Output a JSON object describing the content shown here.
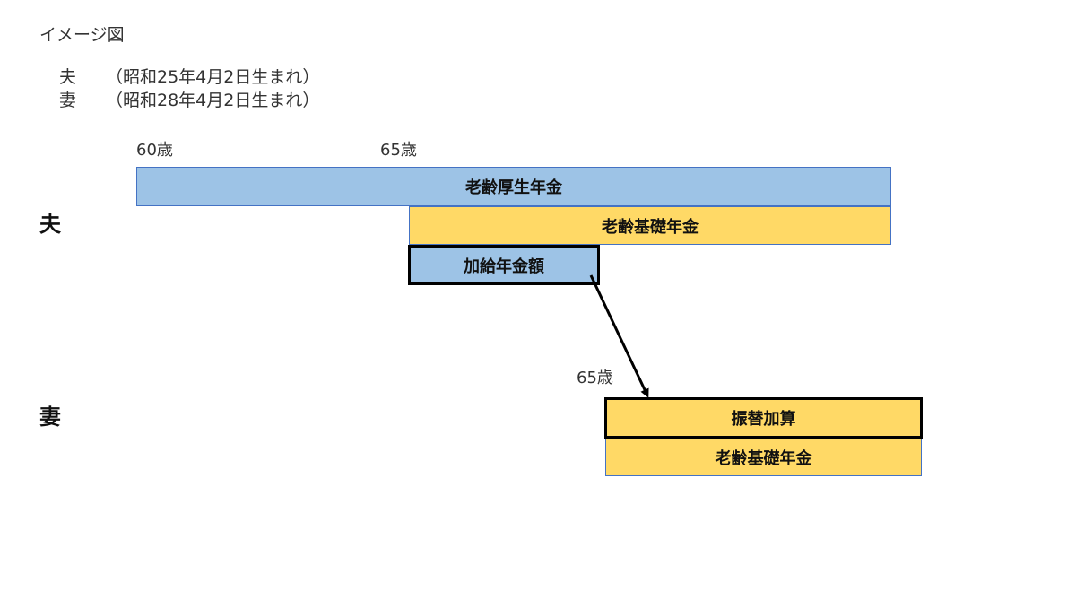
{
  "title": "イメージ図",
  "persons": {
    "husband": {
      "label": "夫",
      "birth": "（昭和25年4月2日生まれ）"
    },
    "wife": {
      "label": "妻",
      "birth": "（昭和28年4月2日生まれ）"
    }
  },
  "ages": {
    "husband_start": "60歳",
    "husband_65": "65歳",
    "wife_65": "65歳"
  },
  "row_labels": {
    "husband": "夫",
    "wife": "妻"
  },
  "bars": {
    "husband_kosei": "老齢厚生年金",
    "husband_kiso": "老齢基礎年金",
    "husband_kakyu": "加給年金額",
    "wife_furikae": "振替加算",
    "wife_kiso": "老齢基礎年金"
  },
  "colors": {
    "blue": "#9dc3e6",
    "blue_edge": "#4472c4",
    "yellow": "#ffd966",
    "yellow_edge": "#4472c4",
    "arrow": "#000000"
  }
}
